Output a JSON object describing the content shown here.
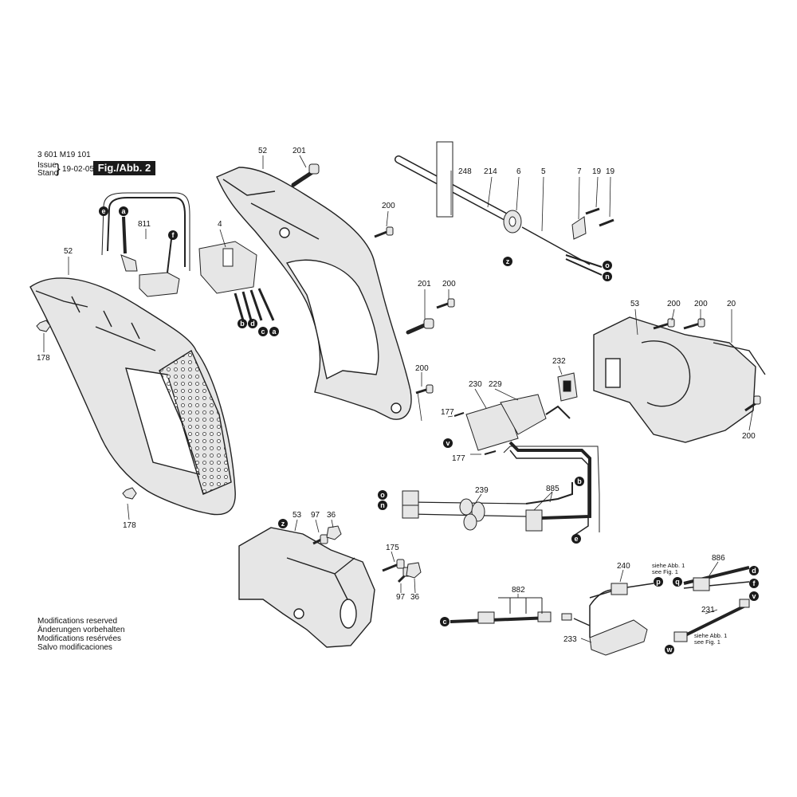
{
  "header": {
    "part_number": "3 601 M19 101",
    "issue_label": "Issue",
    "stand_label": "Stand",
    "brace": "}",
    "issue_date": "19-02-05",
    "figure_label": "Fig./Abb. 2"
  },
  "notes": [
    "Modifications reserved",
    "Änderungen vorbehalten",
    "Modifications resérvées",
    "Salvo modificaciones"
  ],
  "part_numbers": [
    {
      "id": "52a",
      "text": "52"
    },
    {
      "id": "201a",
      "text": "201"
    },
    {
      "id": "248",
      "text": "248"
    },
    {
      "id": "214",
      "text": "214"
    },
    {
      "id": "6",
      "text": "6"
    },
    {
      "id": "5",
      "text": "5"
    },
    {
      "id": "7",
      "text": "7"
    },
    {
      "id": "19a",
      "text": "19"
    },
    {
      "id": "19b",
      "text": "19"
    },
    {
      "id": "811",
      "text": "811"
    },
    {
      "id": "4",
      "text": "4"
    },
    {
      "id": "200a",
      "text": "200"
    },
    {
      "id": "52b",
      "text": "52"
    },
    {
      "id": "178a",
      "text": "178"
    },
    {
      "id": "201b",
      "text": "201"
    },
    {
      "id": "200b",
      "text": "200"
    },
    {
      "id": "53a",
      "text": "53"
    },
    {
      "id": "200c",
      "text": "200"
    },
    {
      "id": "200d",
      "text": "200"
    },
    {
      "id": "20",
      "text": "20"
    },
    {
      "id": "200e",
      "text": "200"
    },
    {
      "id": "232",
      "text": "232"
    },
    {
      "id": "230",
      "text": "230"
    },
    {
      "id": "229",
      "text": "229"
    },
    {
      "id": "177a",
      "text": "177"
    },
    {
      "id": "177b",
      "text": "177"
    },
    {
      "id": "200f",
      "text": "200"
    },
    {
      "id": "239",
      "text": "239"
    },
    {
      "id": "885",
      "text": "885"
    },
    {
      "id": "178b",
      "text": "178"
    },
    {
      "id": "53b",
      "text": "53"
    },
    {
      "id": "97a",
      "text": "97"
    },
    {
      "id": "36a",
      "text": "36"
    },
    {
      "id": "175",
      "text": "175"
    },
    {
      "id": "97b",
      "text": "97"
    },
    {
      "id": "36b",
      "text": "36"
    },
    {
      "id": "240",
      "text": "240"
    },
    {
      "id": "886",
      "text": "886"
    },
    {
      "id": "882",
      "text": "882"
    },
    {
      "id": "231",
      "text": "231"
    },
    {
      "id": "233",
      "text": "233"
    }
  ],
  "connectors": [
    {
      "id": "e1",
      "text": "e"
    },
    {
      "id": "a1",
      "text": "a"
    },
    {
      "id": "f1",
      "text": "f"
    },
    {
      "id": "b1",
      "text": "b"
    },
    {
      "id": "d1",
      "text": "d"
    },
    {
      "id": "c1",
      "text": "c"
    },
    {
      "id": "a2",
      "text": "a"
    },
    {
      "id": "z1",
      "text": "z"
    },
    {
      "id": "o1",
      "text": "o"
    },
    {
      "id": "n1",
      "text": "n"
    },
    {
      "id": "v1",
      "text": "v"
    },
    {
      "id": "o2",
      "text": "o"
    },
    {
      "id": "n2",
      "text": "n"
    },
    {
      "id": "b2",
      "text": "b"
    },
    {
      "id": "e2",
      "text": "e"
    },
    {
      "id": "z2",
      "text": "z"
    },
    {
      "id": "p1",
      "text": "p"
    },
    {
      "id": "q1",
      "text": "q"
    },
    {
      "id": "d2",
      "text": "d"
    },
    {
      "id": "f2",
      "text": "f"
    },
    {
      "id": "v2",
      "text": "v"
    },
    {
      "id": "c2",
      "text": "c"
    },
    {
      "id": "w1",
      "text": "w"
    }
  ],
  "references": [
    {
      "id": "ref1",
      "line1": "siehe Abb. 1",
      "line2": "see Fig. 1"
    },
    {
      "id": "ref2",
      "line1": "siehe Abb. 1",
      "line2": "see Fig. 1"
    }
  ]
}
